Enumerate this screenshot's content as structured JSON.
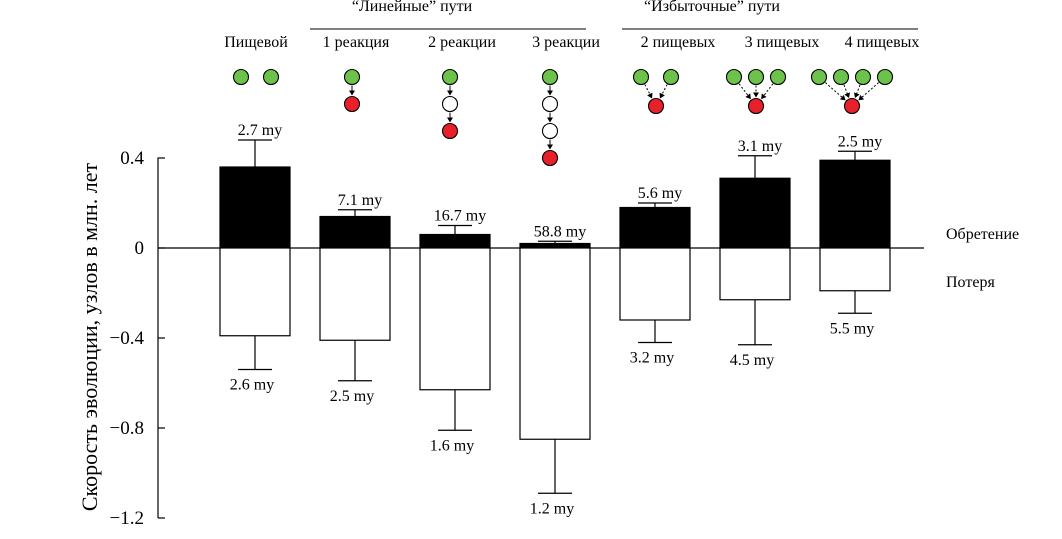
{
  "chart_data": {
    "type": "bar",
    "ylabel": "Скорость эволюции, узлов в млн. лет",
    "ylim": [
      -1.2,
      0.5
    ],
    "yticks": [
      0.4,
      0,
      -0.4,
      -0.8,
      -1.2
    ],
    "ytick_labels": [
      "0.4",
      "0",
      "−0.4",
      "−0.8",
      "−1.2"
    ],
    "groups": [
      {
        "label": "“Линейные” пути",
        "categories": [
          1,
          3
        ]
      },
      {
        "label": "“Избыточные” пути",
        "categories": [
          4,
          6
        ]
      }
    ],
    "categories": [
      "Пищевой",
      "1 реакция",
      "2 реакции",
      "3 реакции",
      "2 пищевых",
      "3 пищевых",
      "4 пищевых"
    ],
    "series": [
      {
        "name": "Обретение",
        "color": "#000000",
        "values": [
          0.36,
          0.14,
          0.06,
          0.02,
          0.18,
          0.31,
          0.39
        ],
        "error_upper": [
          0.48,
          0.17,
          0.1,
          0.03,
          0.2,
          0.41,
          0.43
        ],
        "annotations": [
          "2.7 my",
          "7.1 my",
          "16.7 my",
          "58.8 my",
          "5.6 my",
          "3.1 my",
          "2.5 my"
        ]
      },
      {
        "name": "Потеря",
        "color": "#ffffff",
        "values": [
          -0.39,
          -0.41,
          -0.63,
          -0.85,
          -0.32,
          -0.23,
          -0.19
        ],
        "error_lower": [
          -0.54,
          -0.59,
          -0.81,
          -1.09,
          -0.42,
          -0.43,
          -0.29
        ],
        "annotations": [
          "2.6 my",
          "2.5 my",
          "1.6 my",
          "1.2 my",
          "3.2 my",
          "4.5 my",
          "5.5 my"
        ]
      }
    ],
    "pathway_icons": [
      {
        "type": "food",
        "inputs": 2,
        "intermediates": 0
      },
      {
        "type": "linear",
        "inputs": 1,
        "intermediates": 0
      },
      {
        "type": "linear",
        "inputs": 1,
        "intermediates": 1
      },
      {
        "type": "linear",
        "inputs": 1,
        "intermediates": 2
      },
      {
        "type": "redundant",
        "inputs": 2,
        "intermediates": 0
      },
      {
        "type": "redundant",
        "inputs": 3,
        "intermediates": 0
      },
      {
        "type": "redundant",
        "inputs": 4,
        "intermediates": 0
      }
    ],
    "icon_colors": {
      "input": "#6cc24a",
      "product": "#e8202a",
      "intermediate": "#ffffff"
    }
  }
}
